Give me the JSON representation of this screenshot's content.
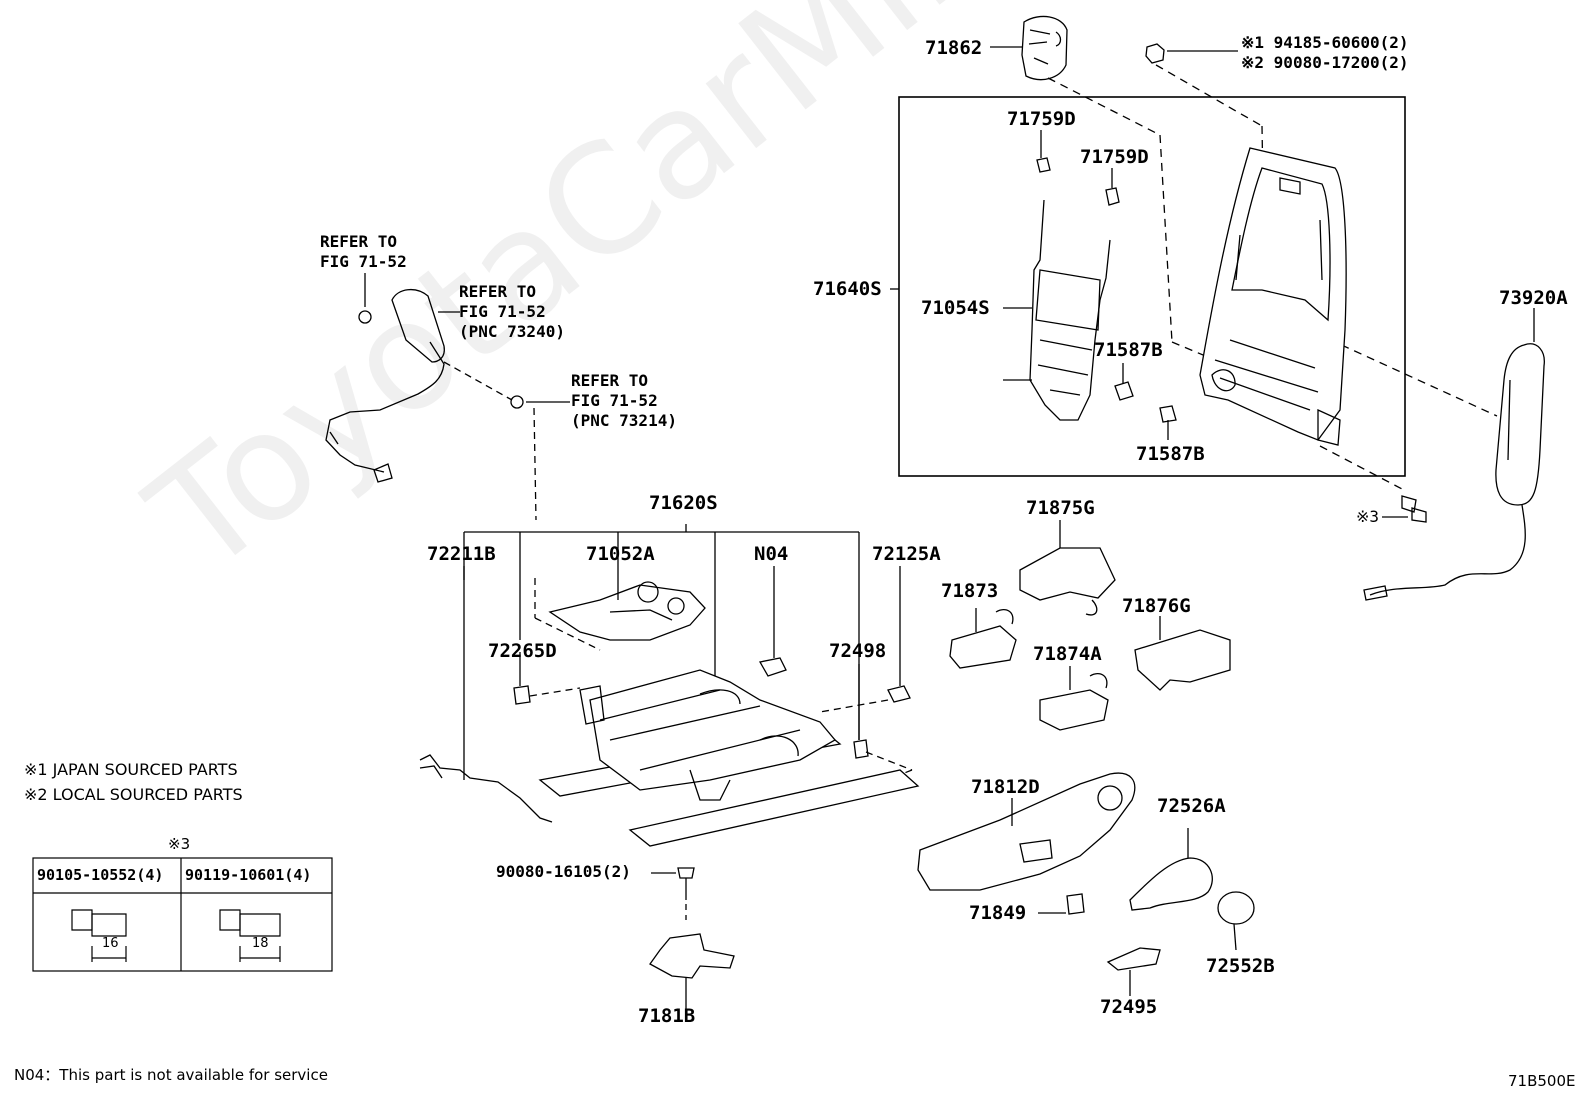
{
  "watermark": "ToyotaCarMine.ru",
  "labels": {
    "p71862": "71862",
    "p94185": "※1 94185-60600(2)",
    "p90080_17200": "※2 90080-17200(2)",
    "p71759D_a": "71759D",
    "p71759D_b": "71759D",
    "p71640S": "71640S",
    "p71054S": "71054S",
    "p71587B_a": "71587B",
    "p71587B_b": "71587B",
    "p73920A": "73920A",
    "p_note3": "※3",
    "p71620S": "71620S",
    "p72211B": "72211B",
    "p71052A": "71052A",
    "pN04": "N04",
    "p72125A": "72125A",
    "p72265D": "72265D",
    "p72498": "72498",
    "p71875G": "71875G",
    "p71873": "71873",
    "p71876G": "71876G",
    "p71874A": "71874A",
    "p71812D": "71812D",
    "p72526A": "72526A",
    "p71849": "71849",
    "p72552B": "72552B",
    "p72495": "72495",
    "p90080_16105": "90080-16105(2)",
    "p7181B": "7181B"
  },
  "refs": {
    "ref1": "REFER TO\nFIG 71-52",
    "ref2": "REFER TO\nFIG 71-52\n(PNC 73240)",
    "ref3": "REFER TO\nFIG 71-52\n(PNC 73214)"
  },
  "notes": {
    "japan": "※1  JAPAN SOURCED PARTS",
    "local": "※2  LOCAL SOURCED PARTS",
    "n04": "N04：This part is not available for service",
    "code": "71B500E"
  },
  "table": {
    "title": "※3",
    "col1_part": "90105-10552(4)",
    "col2_part": "90119-10601(4)",
    "col1_len": "16",
    "col2_len": "18"
  }
}
